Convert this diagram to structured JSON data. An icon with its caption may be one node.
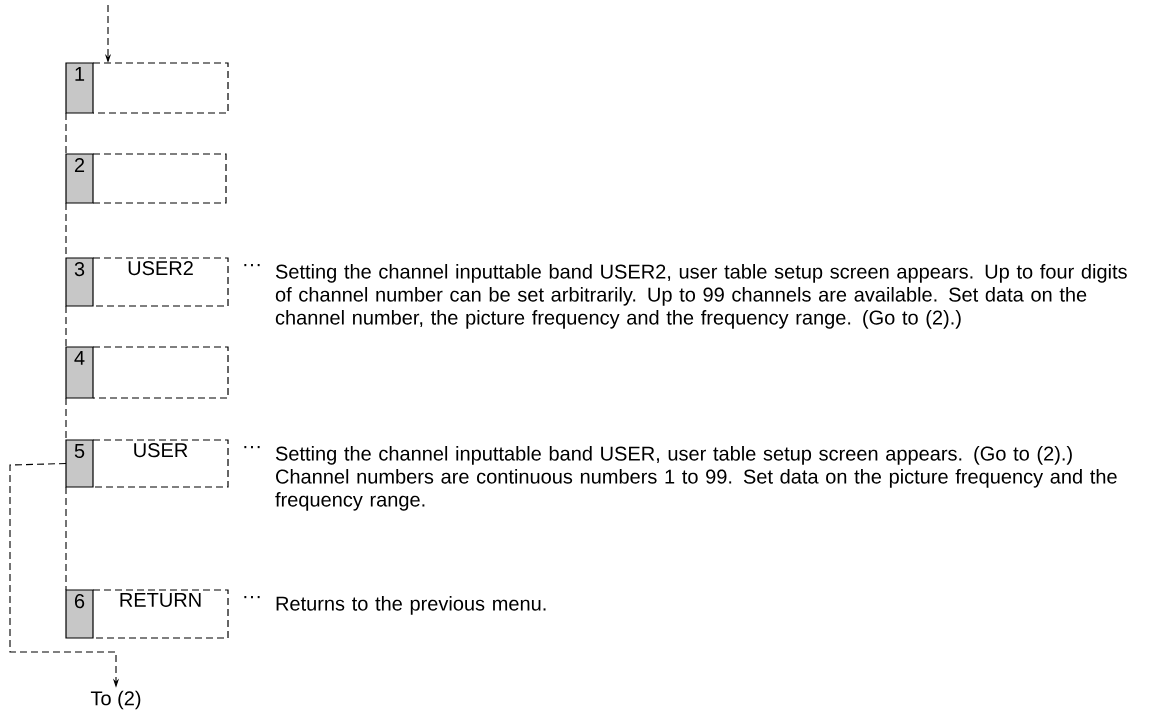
{
  "diagram": {
    "nodes": [
      {
        "text": [
          "1"
        ]
      },
      {
        "text": [
          "2"
        ]
      },
      {
        "text": [
          "3",
          "USER2"
        ],
        "beside": [
          "···",
          "Setting the channel inputtable band USER2, user table setup screen appears. Up to four digits of channel number can be set arbitrarily. Up to 99 channels are available. Set data on the channel number, the picture frequency and the frequency range. (Go to (2).)"
        ]
      },
      {
        "text": [
          "4"
        ]
      },
      {
        "text": [
          "5",
          "USER"
        ],
        "beside": [
          "···",
          "Setting the channel inputtable band USER, user table setup screen appears. (Go to (2).) Channel numbers are continuous numbers 1 to 99. Set data on the picture frequency and the frequency range."
        ]
      },
      {
        "text": [
          "6",
          "RETURN"
        ],
        "beside": [
          "···",
          "Returns to the previous menu."
        ]
      },
      {
        "text": [
          "To (2)"
        ]
      }
    ],
    "edges": [
      {
        "from": null,
        "to": 0,
        "arrow": "to",
        "style": "dashed"
      },
      {
        "from": 0,
        "to": 1,
        "arrow": "none",
        "style": "dashed"
      },
      {
        "from": 1,
        "to": 2,
        "arrow": "none",
        "style": "dashed"
      },
      {
        "from": 2,
        "to": 3,
        "arrow": "none",
        "style": "dashed"
      },
      {
        "from": 3,
        "to": 4,
        "arrow": "none",
        "style": "dashed"
      },
      {
        "from": 4,
        "to": 5,
        "arrow": "none",
        "style": "dashed"
      },
      {
        "from": 4,
        "to": 6,
        "arrow": "to",
        "style": "dashed"
      }
    ]
  }
}
